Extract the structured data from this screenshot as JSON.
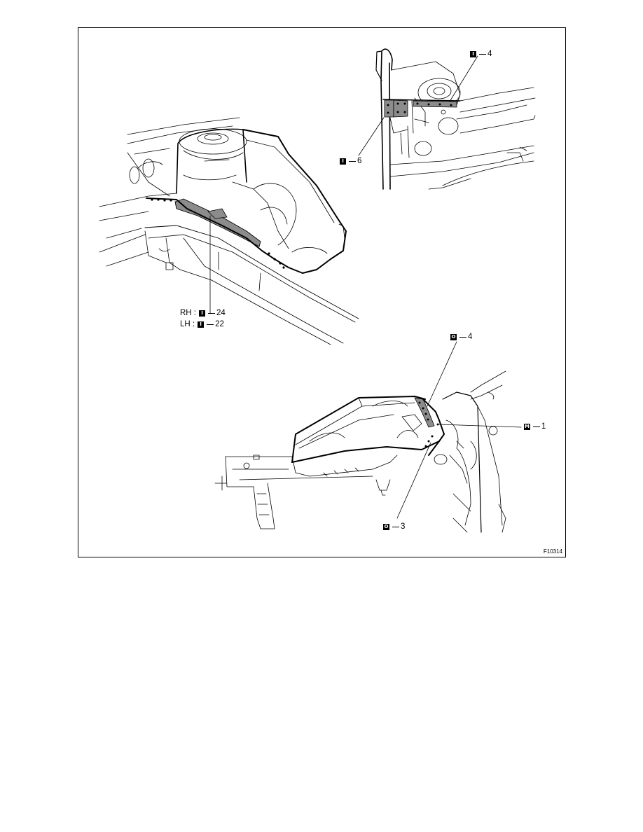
{
  "figure_code": "F10314",
  "callouts": {
    "top_right_4": {
      "symbol": "I",
      "number": "4"
    },
    "top_right_6": {
      "symbol": "I",
      "number": "6"
    },
    "left_rh": {
      "side": "RH :",
      "symbol": "I",
      "number": "24"
    },
    "left_lh": {
      "side": "LH :",
      "symbol": "I",
      "number": "22"
    },
    "bottom_4": {
      "symbol": "O",
      "number": "4"
    },
    "bottom_m1": {
      "symbol": "M",
      "number": "1"
    },
    "bottom_3": {
      "symbol": "O",
      "number": "3"
    }
  },
  "colors": {
    "line": "#000000",
    "shade": "#8c8c8c",
    "background": "#ffffff"
  }
}
